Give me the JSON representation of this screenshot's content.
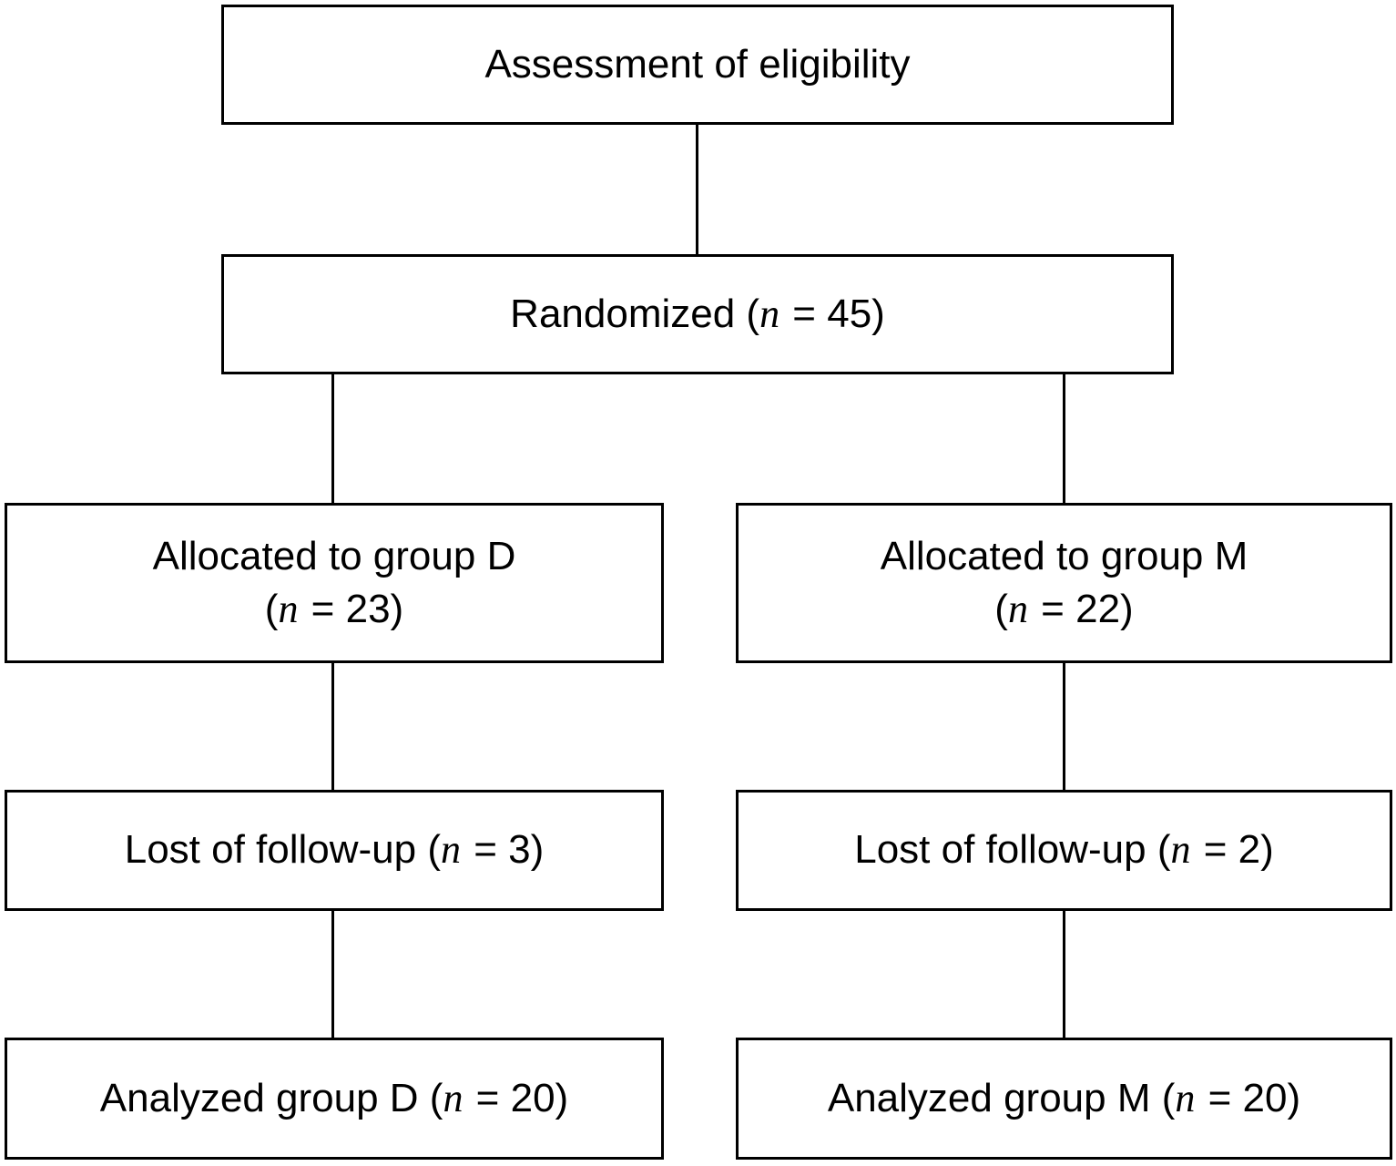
{
  "figure": {
    "kind": "consort-flow-diagram",
    "background_color": "#ffffff",
    "line_color": "#000000",
    "text_color": "#000000"
  },
  "nodes": {
    "eligibility": {
      "lines": [
        [
          {
            "t": "Assessment of eligibility"
          }
        ]
      ]
    },
    "randomized": {
      "lines": [
        [
          {
            "t": "Randomized ("
          },
          {
            "t": "n",
            "i": true
          },
          {
            "t": " = 45)"
          }
        ]
      ]
    },
    "allocated_d": {
      "lines": [
        [
          {
            "t": "Allocated to group D"
          }
        ],
        [
          {
            "t": "("
          },
          {
            "t": "n",
            "i": true
          },
          {
            "t": " = 23)"
          }
        ]
      ]
    },
    "allocated_m": {
      "lines": [
        [
          {
            "t": "Allocated to group M"
          }
        ],
        [
          {
            "t": "("
          },
          {
            "t": "n",
            "i": true
          },
          {
            "t": " = 22)"
          }
        ]
      ]
    },
    "lost_d": {
      "lines": [
        [
          {
            "t": "Lost of follow-up ("
          },
          {
            "t": "n",
            "i": true
          },
          {
            "t": " = 3)"
          }
        ]
      ]
    },
    "lost_m": {
      "lines": [
        [
          {
            "t": "Lost of follow-up ("
          },
          {
            "t": "n",
            "i": true
          },
          {
            "t": " = 2)"
          }
        ]
      ]
    },
    "analyzed_d": {
      "lines": [
        [
          {
            "t": "Analyzed group D ("
          },
          {
            "t": "n",
            "i": true
          },
          {
            "t": " = 20)"
          }
        ]
      ]
    },
    "analyzed_m": {
      "lines": [
        [
          {
            "t": "Analyzed group M ("
          },
          {
            "t": "n",
            "i": true
          },
          {
            "t": " = 20)"
          }
        ]
      ]
    }
  }
}
